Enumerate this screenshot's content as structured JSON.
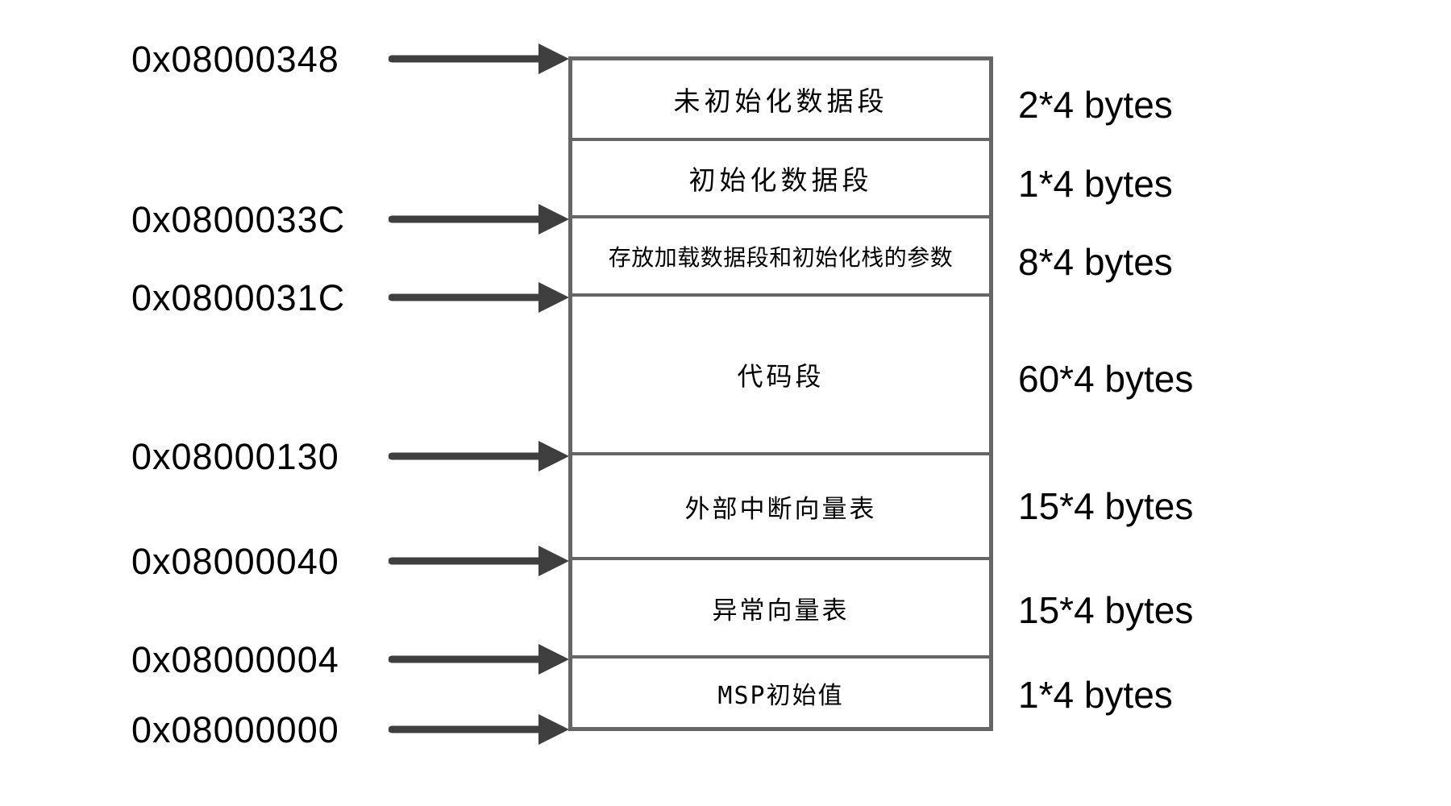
{
  "diagram": {
    "kind": "memory-layout",
    "addresses": [
      {
        "value": "0x08000348"
      },
      {
        "value": "0x0800033C"
      },
      {
        "value": "0x0800031C"
      },
      {
        "value": "0x08000130"
      },
      {
        "value": "0x08000040"
      },
      {
        "value": "0x08000004"
      },
      {
        "value": "0x08000000"
      }
    ],
    "segments": [
      {
        "label": "未初始化数据段",
        "size": "2*4 bytes"
      },
      {
        "label": "初始化数据段",
        "size": "1*4 bytes"
      },
      {
        "label": "存放加载数据段和初始化栈的参数",
        "size": "8*4 bytes"
      },
      {
        "label": "代码段",
        "size": "60*4 bytes"
      },
      {
        "label": "外部中断向量表",
        "size": "15*4 bytes"
      },
      {
        "label": "异常向量表",
        "size": "15*4 bytes"
      },
      {
        "label": "MSP初始值",
        "size": "1*4 bytes"
      }
    ],
    "icons": {
      "address_arrow": "right-arrow →"
    },
    "colors": {
      "background": "#ffffff",
      "box_border": "#666666",
      "arrow": "#3f3f3f",
      "text": "#000000"
    }
  }
}
